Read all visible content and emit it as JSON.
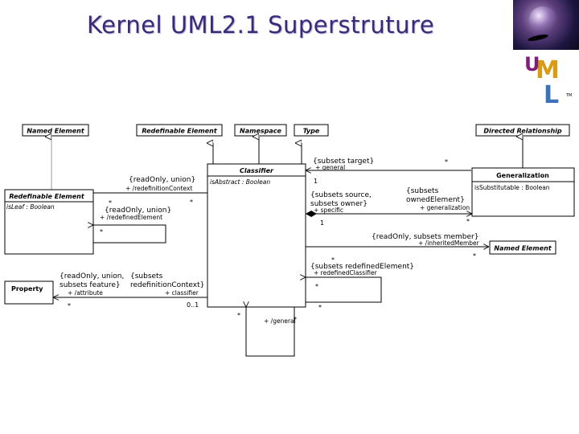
{
  "title": "Kernel UML2.1 Superstruture",
  "logo": {
    "letters": "UML",
    "tm": "TM",
    "colors": {
      "u": "#7f1f7a",
      "m": "#d99b12",
      "l": "#3b72b8"
    }
  },
  "colors": {
    "title": "#3a2a78",
    "line": "#000000",
    "gridline": "#9a9a9a"
  },
  "classes": {
    "named_element_top": "Named Element",
    "redefinable_element_top": "Redefinable Element",
    "namespace": "Namespace",
    "type": "Type",
    "directed_relationship": "Directed Relationship",
    "classifier": "Classifier",
    "classifier_attr": "isAbstract : Boolean",
    "redefinable_element_left": "Redefinable Element",
    "redefinable_element_attr": "isLeaf : Boolean",
    "generalization": "Generalization",
    "generalization_attr": "isSubstitutable : Boolean",
    "named_element_right": "Named Element",
    "property": "Property"
  },
  "labels": {
    "subsets_target": "{subsets target}",
    "general": "+ general",
    "one_general": "1",
    "star_top": "*",
    "readonly_union_ctx": "{readOnly, union}",
    "redefinition_context": "+ /redefinitionContext",
    "star_ctx": "*",
    "star_redef_a": "*",
    "readonly_union_redef": "{readOnly, union}",
    "redefined_element": "+ /redefinedElement",
    "star_redef_b": "*",
    "subsets_source": "{subsets source,",
    "subsets_owner": "subsets owner}",
    "specific": "+ specific",
    "one_specific": "1",
    "subsets_owned_element": "{subsets",
    "owned_element": "ownedElement}",
    "generalization_end": "+ generalization",
    "star_gen": "*",
    "readonly_subsets_member": "{readOnly, subsets member}",
    "inherited_member": "+ /inheritedMember",
    "star_inherited": "*",
    "star_redef_classifier": "*",
    "subsets_redefined_element": "{subsets redefinedElement}",
    "redefined_classifier": "+ redefinedClassifier",
    "star_redef_classifier_b": "*",
    "readonly_union_subsets_feature_1": "{readOnly, union,",
    "readonly_union_subsets_feature_2": "subsets feature}",
    "attribute": "+ /attribute",
    "star_attr": "*",
    "subsets_redef_ctx_1": "{subsets",
    "subsets_redef_ctx_2": "redefinitionContext}",
    "classifier_end": "+ classifier",
    "zero_one": "0..1",
    "star_general_a": "*",
    "general_derived": "+ /general",
    "star_general_b": "*",
    "star_bottom": "*"
  }
}
